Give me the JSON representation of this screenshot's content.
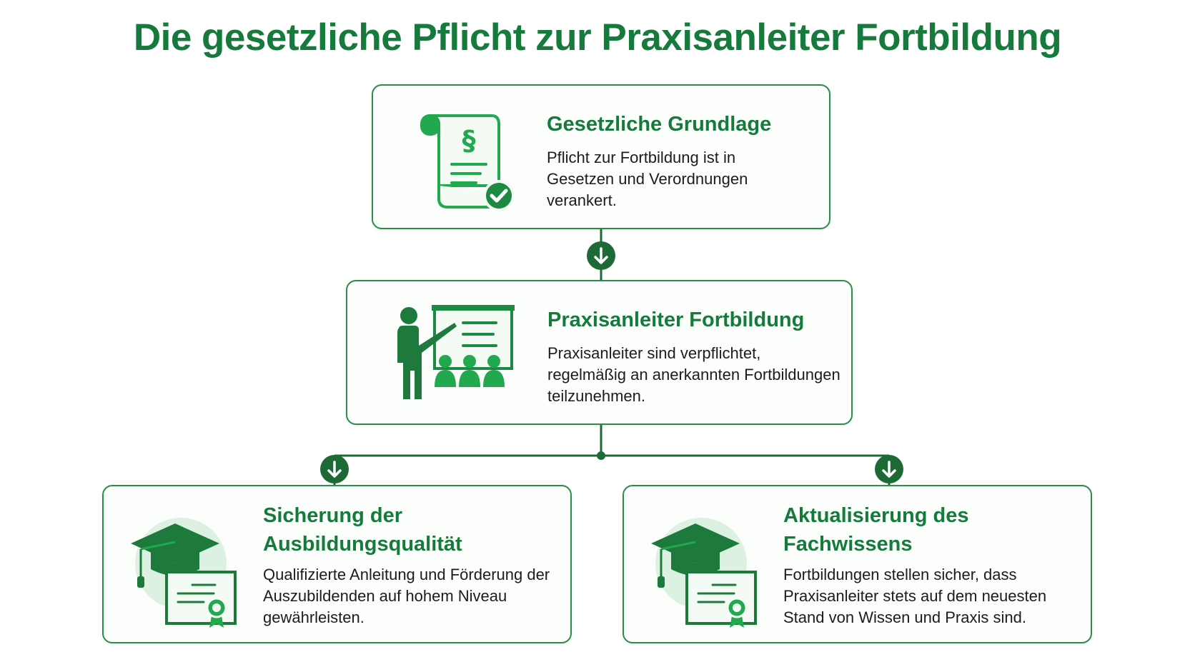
{
  "title": "Die gesetzliche Pflicht zur Praxisanleiter Fortbildung",
  "colors": {
    "primary": "#157a3c",
    "accent": "#22a84f",
    "light": "#dcf1e2",
    "border": "#2e8b4d"
  },
  "cards": {
    "legal": {
      "icon": "legal-document-check-icon",
      "heading": "Gesetzliche Grundlage",
      "body": "Pflicht zur Fortbildung ist in Gesetzen und Verordnungen verankert."
    },
    "training": {
      "icon": "teacher-presentation-icon",
      "heading": "Praxisanleiter Fortbildung",
      "body": "Praxisanleiter sind verpflichtet, regelmäßig an anerkannten Fortbildungen teilzunehmen."
    },
    "quality": {
      "icon": "graduation-cap-certificate-icon",
      "heading": "Sicherung der Ausbildungsqualität",
      "body": "Qualifizierte Anleitung und Förderung der Auszubildenden auf hohem Niveau gewährleisten."
    },
    "knowledge": {
      "icon": "graduation-cap-certificate-icon",
      "heading": "Aktualisierung des Fachwissens",
      "body": "Fortbildungen stellen sicher, dass Praxisanleiter stets auf dem neuesten Stand von Wissen und Praxis sind."
    }
  }
}
